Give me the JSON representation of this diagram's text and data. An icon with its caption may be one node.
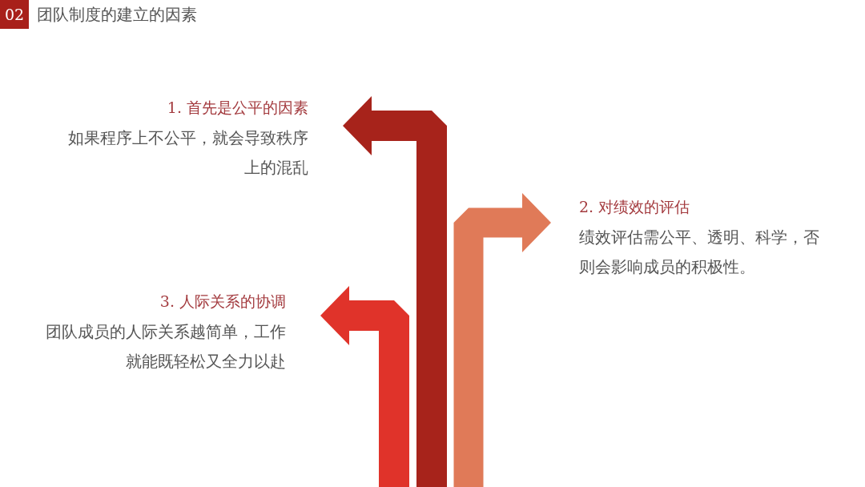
{
  "diagram": {
    "title": "团队制度的建立的因素",
    "nodes": [
      {
        "text": [
          "1. 首先是公平的因素",
          "如果程序上不公平，就会导致秩序上的混乱"
        ]
      },
      {
        "text": [
          "2. 对绩效的评估",
          "绩效评估需公平、透明、科学，否则会影响成员的积极性。"
        ]
      },
      {
        "text": [
          "3. 人际关系的协调",
          "团队成员的人际关系越简单，工作就能既轻松又全力以赴"
        ]
      }
    ],
    "edges": [
      {
        "from": null,
        "to": 0,
        "arrow": "to",
        "color": "#a7231b"
      },
      {
        "from": null,
        "to": 1,
        "arrow": "to",
        "color": "#e07a58"
      },
      {
        "from": null,
        "to": 2,
        "arrow": "to",
        "color": "#e0332a"
      }
    ],
    "labels": [
      "02"
    ]
  }
}
